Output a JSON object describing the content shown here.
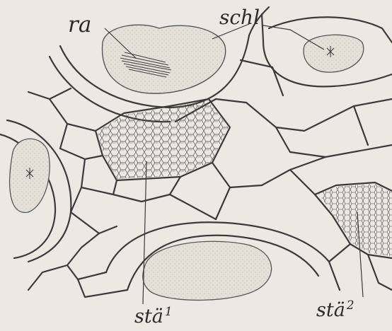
{
  "labels": {
    "ra": "ra",
    "schl": "schl",
    "sta1": "stä",
    "sta1_sup": "1",
    "sta2": "stä",
    "sta2_sup": "2"
  },
  "colors": {
    "paper": "#ece9e2",
    "ink": "#3a3a3a",
    "grain": "#b9b3a7",
    "stipple": "#8a857c"
  }
}
